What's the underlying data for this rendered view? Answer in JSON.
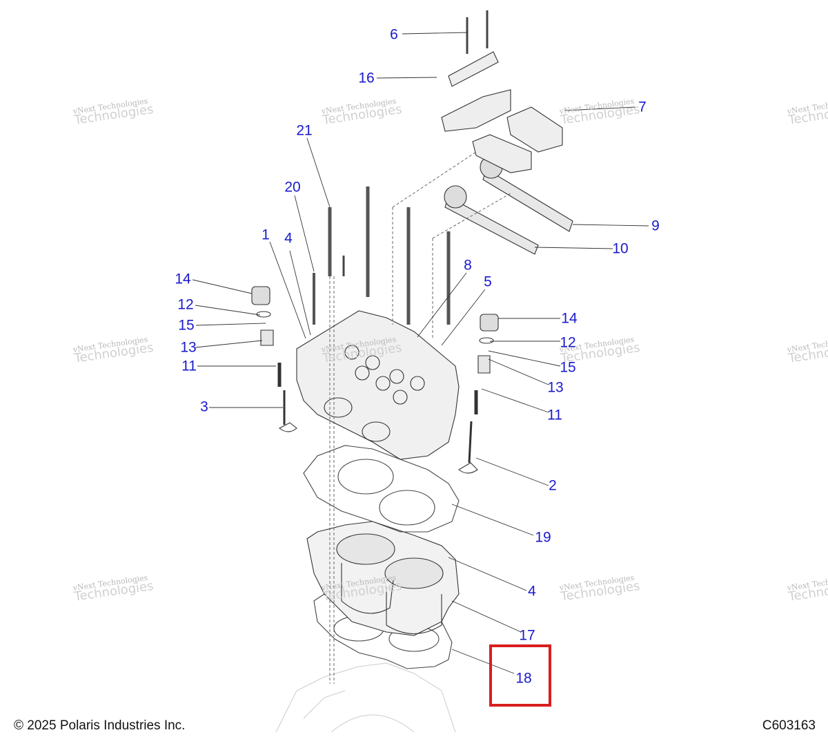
{
  "callouts": [
    {
      "id": "6",
      "label": "6"
    },
    {
      "id": "16",
      "label": "16"
    },
    {
      "id": "7",
      "label": "7"
    },
    {
      "id": "21",
      "label": "21"
    },
    {
      "id": "20",
      "label": "20"
    },
    {
      "id": "9",
      "label": "9"
    },
    {
      "id": "10",
      "label": "10"
    },
    {
      "id": "1",
      "label": "1"
    },
    {
      "id": "4a",
      "label": "4"
    },
    {
      "id": "8",
      "label": "8"
    },
    {
      "id": "5",
      "label": "5"
    },
    {
      "id": "14a",
      "label": "14"
    },
    {
      "id": "12a",
      "label": "12"
    },
    {
      "id": "15a",
      "label": "15"
    },
    {
      "id": "13a",
      "label": "13"
    },
    {
      "id": "11a",
      "label": "11"
    },
    {
      "id": "3",
      "label": "3"
    },
    {
      "id": "14b",
      "label": "14"
    },
    {
      "id": "12b",
      "label": "12"
    },
    {
      "id": "15b",
      "label": "15"
    },
    {
      "id": "13b",
      "label": "13"
    },
    {
      "id": "11b",
      "label": "11"
    },
    {
      "id": "2",
      "label": "2"
    },
    {
      "id": "19",
      "label": "19"
    },
    {
      "id": "4b",
      "label": "4"
    },
    {
      "id": "17",
      "label": "17"
    },
    {
      "id": "18",
      "label": "18"
    }
  ],
  "watermark": {
    "line1": "vNext Technologies",
    "line2": "Technologies"
  },
  "footer": {
    "copyright": "© 2025 Polaris Industries Inc.",
    "figure_id": "C603163"
  },
  "colors": {
    "callout": "#1a1acc",
    "highlight": "#d81e1e",
    "line": "#333333"
  }
}
